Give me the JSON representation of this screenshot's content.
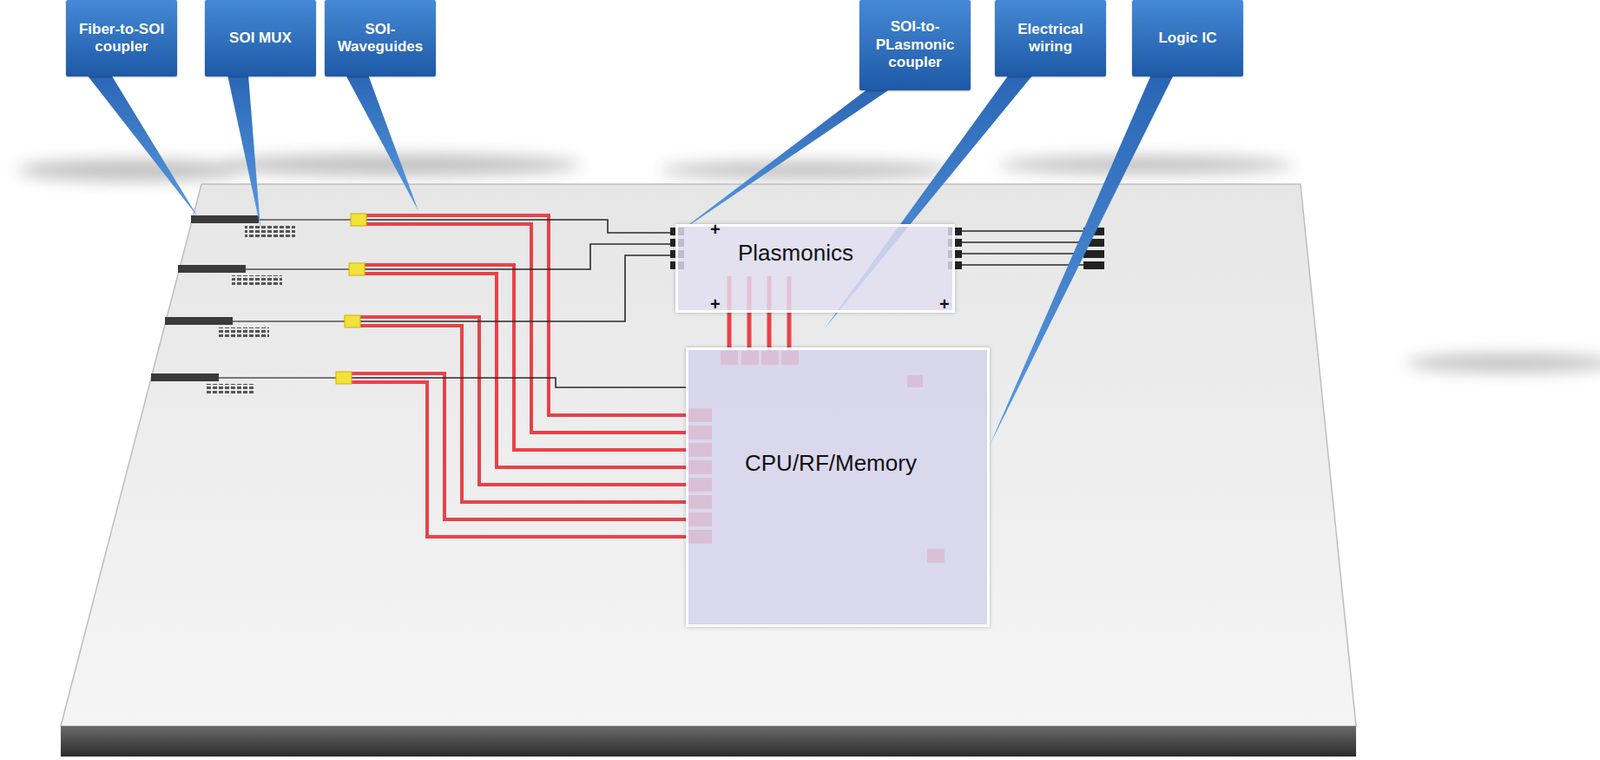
{
  "diagram": {
    "nodes": [
      {
        "text": [
          "Fiber-to-SOI coupler"
        ]
      },
      {
        "text": [
          "SOI MUX"
        ]
      },
      {
        "text": [
          "SOI-Waveguides"
        ]
      },
      {
        "text": [
          "SOI-to-PLasmonic coupler"
        ]
      },
      {
        "text": [
          "Electrical wiring"
        ]
      },
      {
        "text": [
          "Logic IC"
        ]
      },
      {
        "text": [
          "Plasmonics"
        ]
      },
      {
        "text": [
          "CPU/RF/Memory"
        ]
      }
    ],
    "edges": [
      {
        "from": 3,
        "to": 6,
        "arrow": "none"
      },
      {
        "from": 5,
        "to": 7,
        "arrow": "none"
      }
    ],
    "labels": [
      "+",
      "+",
      "+"
    ]
  }
}
